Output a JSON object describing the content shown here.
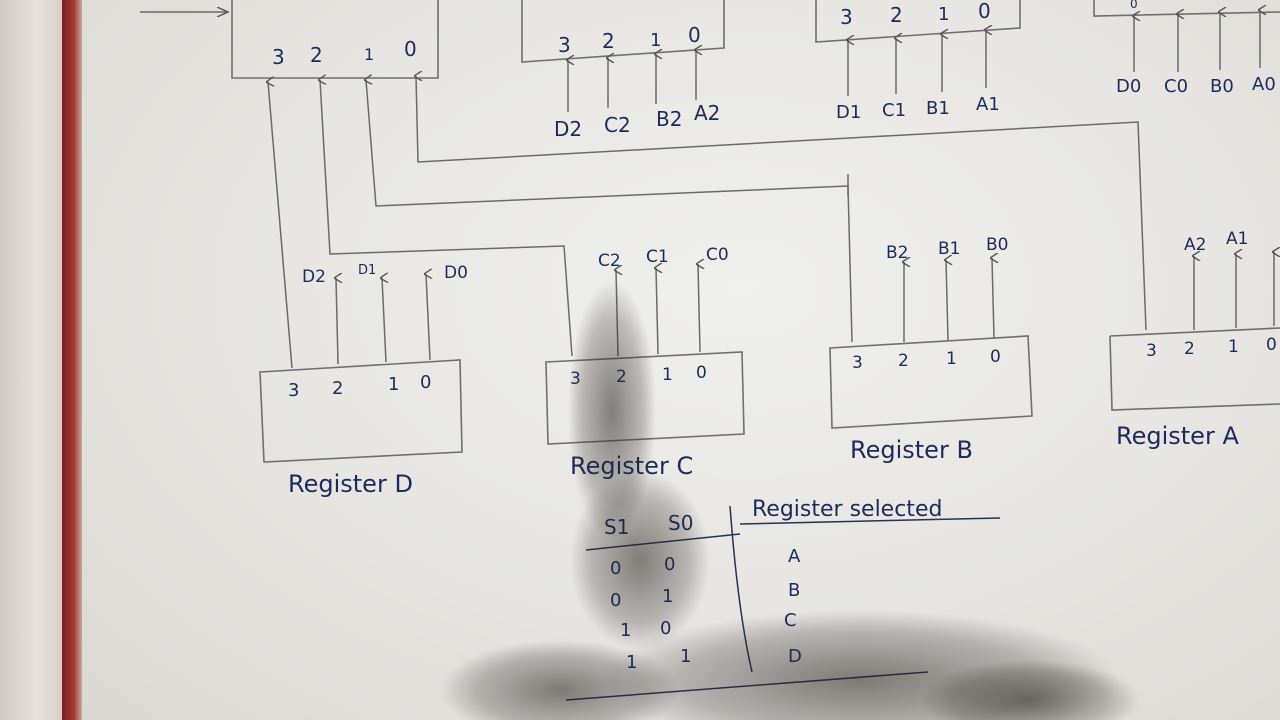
{
  "mux_top": {
    "mux3_pins": [
      "3",
      "2",
      "1",
      "0"
    ],
    "mux2_pins": [
      "3",
      "2",
      "1",
      "0"
    ],
    "mux2_inputs": [
      "D2",
      "C2",
      "B2",
      "A2"
    ],
    "mux1_pins": [
      "3",
      "2",
      "1",
      "0"
    ],
    "mux1_inputs": [
      "D1",
      "C1",
      "B1",
      "A1"
    ],
    "mux0_pins": [
      "0"
    ],
    "mux0_inputs": [
      "D0",
      "C0",
      "B0",
      "A0"
    ]
  },
  "registers": [
    {
      "name": "Register D",
      "pins": [
        "3",
        "2",
        "1",
        "0"
      ],
      "outputs": [
        "D2",
        "D1",
        "D0"
      ]
    },
    {
      "name": "Register C",
      "pins": [
        "3",
        "2",
        "1",
        "0"
      ],
      "outputs": [
        "C2",
        "C1",
        "C0"
      ]
    },
    {
      "name": "Register B",
      "pins": [
        "3",
        "2",
        "1",
        "0"
      ],
      "outputs": [
        "B2",
        "B1",
        "B0"
      ]
    },
    {
      "name": "Register A",
      "pins": [
        "3",
        "2",
        "1",
        "0"
      ],
      "outputs": [
        "A2",
        "A1"
      ]
    }
  ],
  "table": {
    "headers": [
      "S1",
      "S0",
      "Register selected"
    ],
    "rows": [
      [
        "0",
        "0",
        "A"
      ],
      [
        "0",
        "1",
        "B"
      ],
      [
        "1",
        "0",
        "C"
      ],
      [
        "1",
        "1",
        "D"
      ]
    ]
  }
}
